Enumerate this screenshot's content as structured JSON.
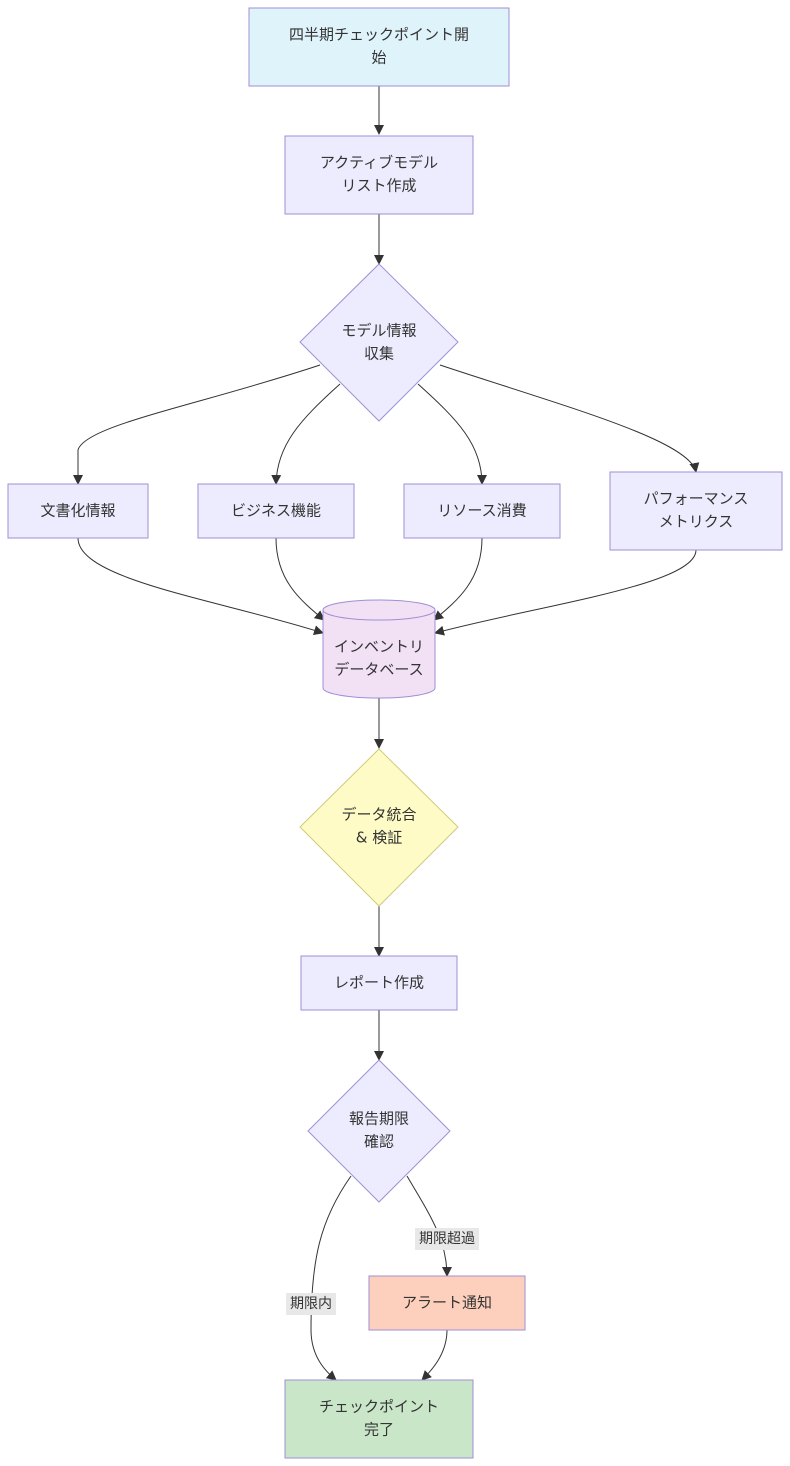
{
  "colors": {
    "start_fill": "#dff3fb",
    "default_fill": "#ececfe",
    "default_stroke": "#9f8fd6",
    "db_fill": "#f2e0f5",
    "validate_fill": "#fefbc7",
    "alert_fill": "#fdd0bd",
    "done_fill": "#c9e6c8",
    "edge": "#333333",
    "edge_label_bg": "#e8e8e8"
  },
  "nodes": {
    "start": [
      "四半期チェックポイント開",
      "始"
    ],
    "active_list": [
      "アクティブモデル",
      "リスト作成"
    ],
    "collect": [
      "モデル情報",
      "収集"
    ],
    "docs": [
      "文書化情報"
    ],
    "business": [
      "ビジネス機能"
    ],
    "resources": [
      "リソース消費"
    ],
    "performance": [
      "パフォーマンス",
      "メトリクス"
    ],
    "inventory_db": [
      "インベントリ",
      "データベース"
    ],
    "validate": [
      "データ統合",
      "& 検証"
    ],
    "report": [
      "レポート作成"
    ],
    "deadline": [
      "報告期限",
      "確認"
    ],
    "alert": [
      "アラート通知"
    ],
    "done": [
      "チェックポイント",
      "完了"
    ]
  },
  "edge_labels": {
    "overdue": "期限超過",
    "on_time": "期限内"
  }
}
